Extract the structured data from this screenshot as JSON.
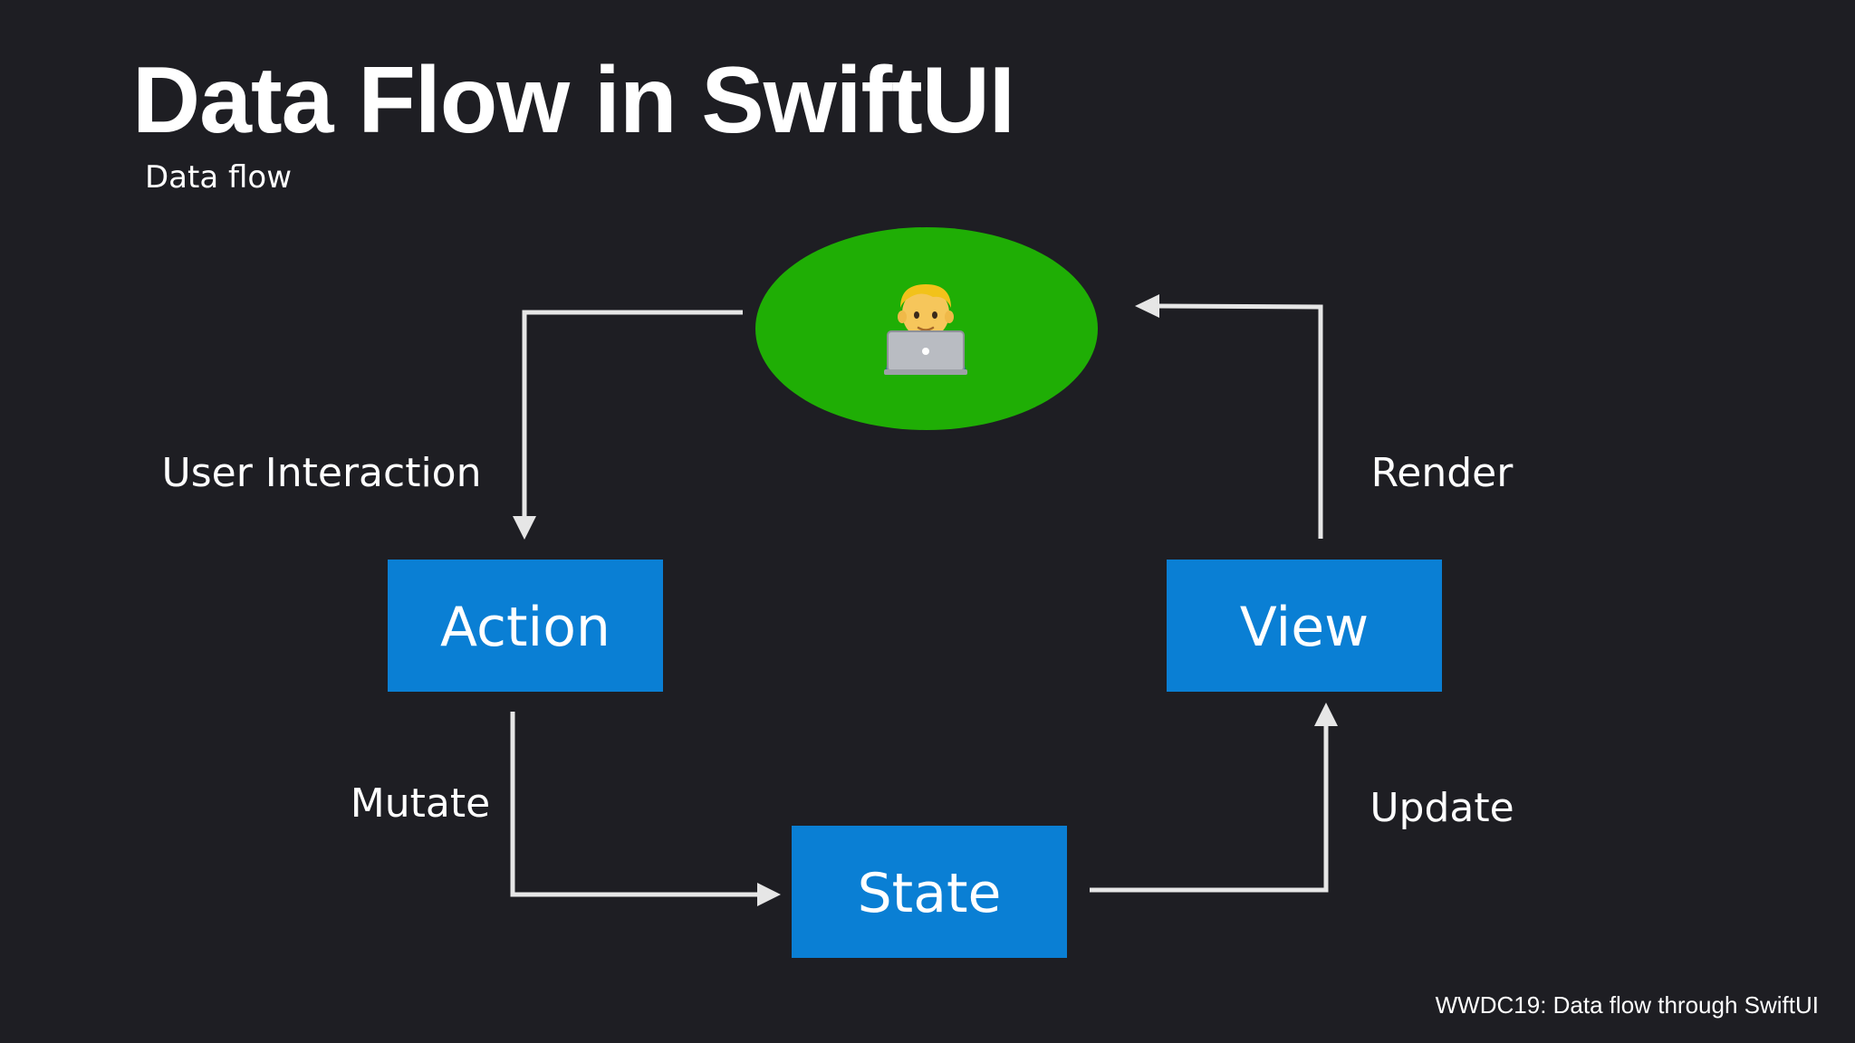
{
  "slide": {
    "title": "Data Flow in SwiftUI",
    "subtitle": "Data flow",
    "footer": "WWDC19: Data flow through SwiftUI"
  },
  "diagram": {
    "user_node": {
      "icon": "technologist-emoji-icon",
      "color": "#1fae05"
    },
    "nodes": {
      "action": "Action",
      "view": "View",
      "state": "State"
    },
    "node_color": "#0a7fd4",
    "arrow_color": "#e6e6e6",
    "edges": {
      "user_interaction": "User Interaction",
      "mutate": "Mutate",
      "update": "Update",
      "render": "Render"
    }
  }
}
